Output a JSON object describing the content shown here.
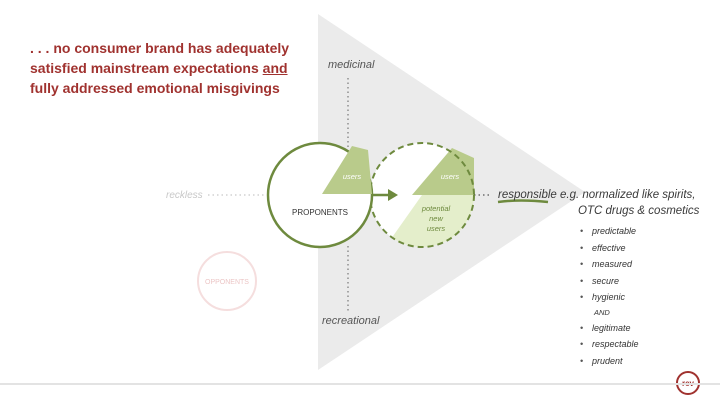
{
  "headline": {
    "part1": ". . . no consumer brand has adequately satisfied mainstream expectations ",
    "and": "and",
    "part2": " fully addressed emotional misgivings"
  },
  "axis": {
    "top": "medicinal",
    "bottom": "recreational",
    "left": "reckless"
  },
  "circles": {
    "proponents": "PROPONENTS",
    "users_left": "users",
    "users_right": "users",
    "potential_line1": "potential",
    "potential_line2": "new",
    "potential_line3": "users",
    "opponents": "OPPONENTS"
  },
  "responsible": {
    "line1": "responsible e.g. normalized like spirits,",
    "line2": "OTC drugs & cosmetics"
  },
  "attributes": [
    {
      "label": "predictable"
    },
    {
      "label": "effective"
    },
    {
      "label": "measured"
    },
    {
      "label": "secure"
    },
    {
      "label": "hygienic"
    },
    {
      "label": "AND",
      "connector": true
    },
    {
      "label": "legitimate"
    },
    {
      "label": "respectable"
    },
    {
      "label": "prudent"
    }
  ],
  "bullet": "•",
  "logo": "rev",
  "colors": {
    "accent_red": "#a0322f",
    "olive_green": "#6e8a3e",
    "light_green": "#b9cb8b",
    "pale_green": "#e4eecb",
    "triangle_gray": "#ebebeb"
  }
}
